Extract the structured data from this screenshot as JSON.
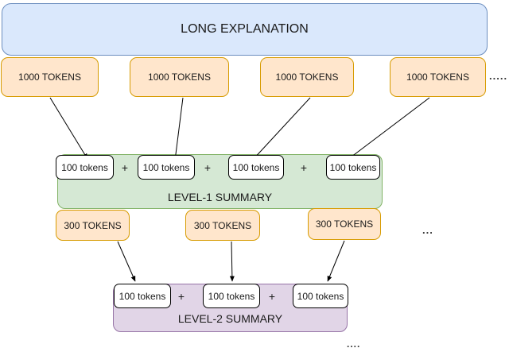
{
  "diagram": {
    "title": "LONG EXPLANATION",
    "plus": "+",
    "source_row": {
      "chunks": [
        "1000 TOKENS",
        "1000 TOKENS",
        "1000 TOKENS",
        "1000 TOKENS"
      ],
      "ellipsis": "....."
    },
    "level1": {
      "band_label": "LEVEL-1 SUMMARY",
      "token_boxes": [
        "100 tokens",
        "100 tokens",
        "100 tokens",
        "100 tokens"
      ]
    },
    "intermediate_row": {
      "chunks": [
        "300 TOKENS",
        "300 TOKENS",
        "300 TOKENS"
      ],
      "ellipsis": "..."
    },
    "level2": {
      "band_label": "LEVEL-2 SUMMARY",
      "token_boxes": [
        "100 tokens",
        "100 tokens",
        "100 tokens"
      ]
    },
    "bottom_ellipsis": "....",
    "colors": {
      "source_fill": "#dae8fc",
      "source_stroke": "#6c8ebf",
      "chunk_fill": "#ffe6cc",
      "chunk_stroke": "#d79b00",
      "level1_fill": "#d5e8d4",
      "level1_stroke": "#82b366",
      "level2_fill": "#e1d5e7",
      "level2_stroke": "#9673a6",
      "token_fill": "#ffffff",
      "token_stroke": "#000000",
      "arrow": "#000000"
    }
  }
}
